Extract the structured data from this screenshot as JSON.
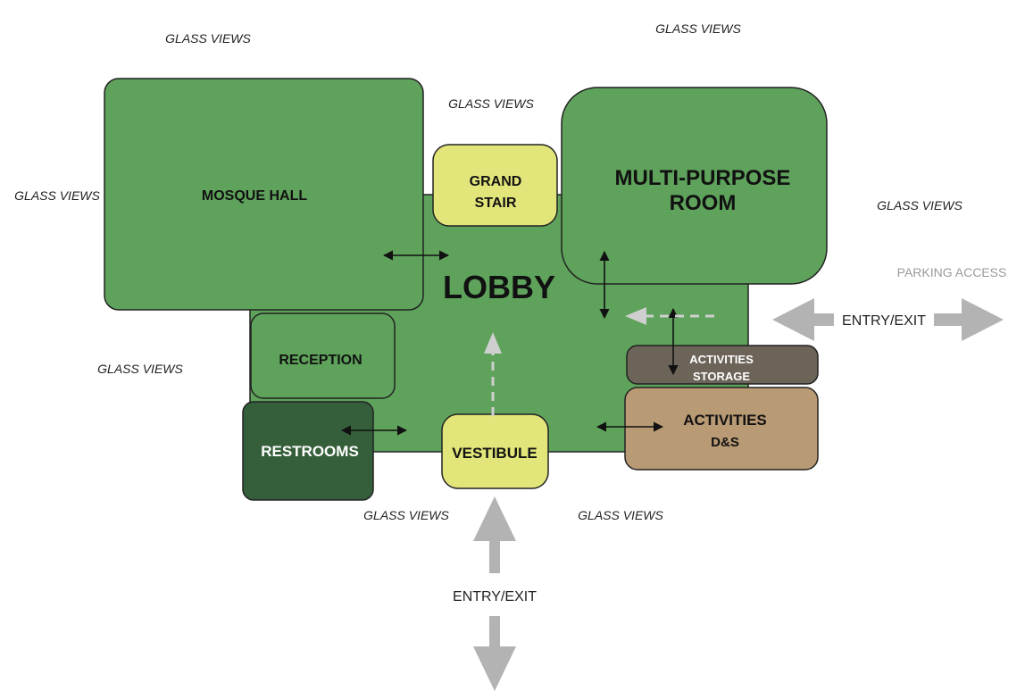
{
  "colors": {
    "lobby": "#5ea25b",
    "mosque": "#5ea25b",
    "multipurpose": "#5ea25b",
    "grand_stair": "#e2e67a",
    "vestibule": "#e2e67a",
    "reception": "#5ea25b",
    "restrooms": "#355f3a",
    "activities_storage": "#6c6458",
    "activities_ds": "#b89a74",
    "outline": "#222222",
    "gray_arrow": "#b3b3b3",
    "connector": "#111111"
  },
  "rooms": {
    "mosque_hall": "MOSQUE HALL",
    "lobby": "LOBBY",
    "grand_stair_1": "GRAND",
    "grand_stair_2": "STAIR",
    "multipurpose_1": "MULTI-PURPOSE",
    "multipurpose_2": "ROOM",
    "reception": "RECEPTION",
    "restrooms": "RESTROOMS",
    "vestibule": "VESTIBULE",
    "activities_storage_1": "ACTIVITIES",
    "activities_storage_2": "STORAGE",
    "activities_ds_1": "ACTIVITIES",
    "activities_ds_2": "D&S"
  },
  "notes": {
    "glass_views": "GLASS VIEWS",
    "parking_access": "PARKING ACCESS",
    "entry_exit": "ENTRY/EXIT"
  }
}
